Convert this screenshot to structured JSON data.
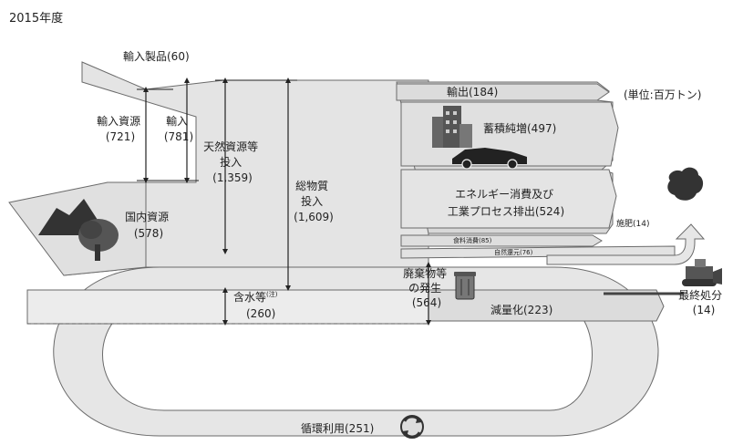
{
  "year": "2015年度",
  "unit": "(単位:百万トン)",
  "flows": {
    "imported_products": "輸入製品(60)",
    "imported_resources": [
      "輸入資源",
      "(721)"
    ],
    "imports": [
      "輸入",
      "(781)"
    ],
    "natural_resources": [
      "天然資源等",
      "投入",
      "(1,359)"
    ],
    "total_input": [
      "総物質",
      "投入",
      "(1,609)"
    ],
    "domestic_resources": [
      "国内資源",
      "(578)"
    ],
    "water_content": "含水等",
    "water_note": "(注)",
    "water_value": "(260)",
    "exports": "輸出(184)",
    "net_accumulation": "蓄積純増(497)",
    "energy": [
      "エネルギー消費及び",
      "工業プロセス排出(524)"
    ],
    "fertilizer": "施肥(14)",
    "food": "食料消費(85)",
    "natural_reduction": "自然還元(76)",
    "waste": [
      "廃棄物等",
      "の発生",
      "(564)"
    ],
    "reduction": "減量化(223)",
    "final_disposal": [
      "最終処分",
      "(14)"
    ],
    "recycling": "循環利用(251)"
  },
  "colors": {
    "flow_fill": "#e4e4e4",
    "flow_stroke": "#6a6a6a",
    "text": "#222222"
  }
}
